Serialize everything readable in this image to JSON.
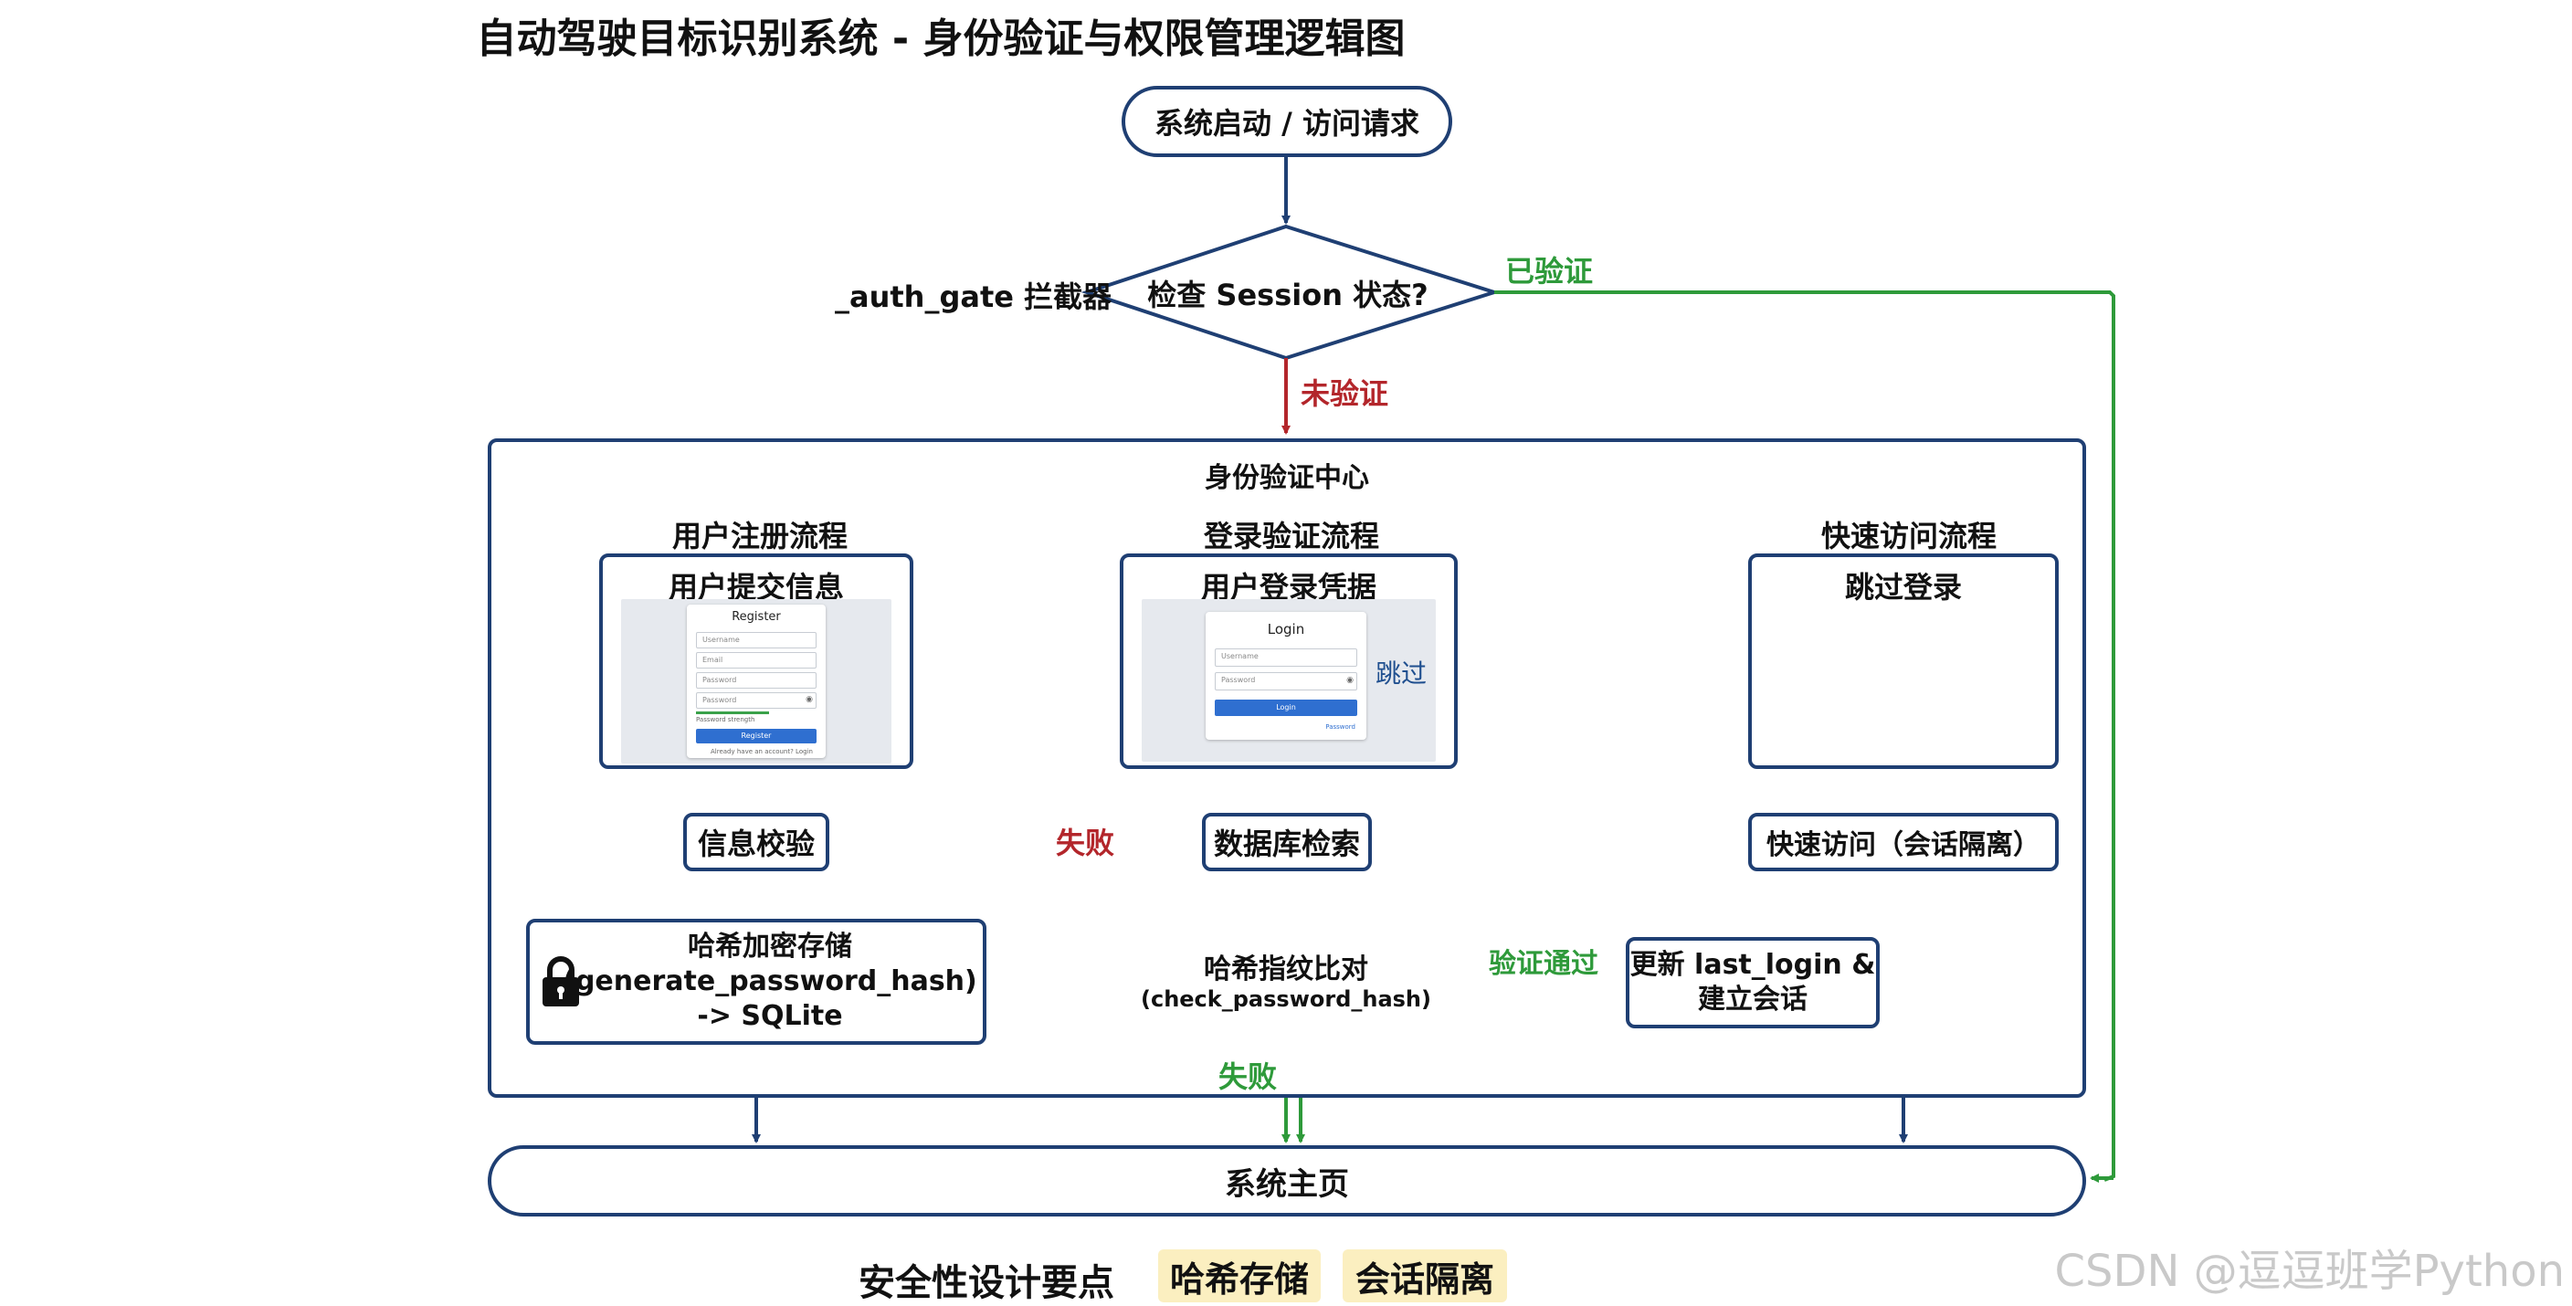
{
  "title": "自动驾驶目标识别系统 - 身份验证与权限管理逻辑图",
  "nodes": {
    "start": "系统启动 / 访问请求",
    "check_session": "检查 Session 状态?",
    "auth_gate": "_auth_gate 拦截器",
    "auth_center": "身份验证中心",
    "register_flow": "用户注册流程",
    "register_submit": "用户提交信息",
    "validate": "信息校验",
    "hash_store_line1": "哈希加密存储",
    "hash_store_line2": "(generate_password_hash)",
    "hash_store_line3": "-> SQLite",
    "login_flow": "登录验证流程",
    "login_creds": "用户登录凭据",
    "db_lookup": "数据库检索",
    "hash_compare_line1": "哈希指纹比对",
    "hash_compare_line2": "(check_password_hash)",
    "update_line1": "更新 last_login &",
    "update_line2": "建立会话",
    "quick_flow": "快速访问流程",
    "skip_login": "跳过登录",
    "quick_access": "快速访问（会话隔离）",
    "home": "系统主页"
  },
  "edge_labels": {
    "verified": "已验证",
    "unverified": "未验证",
    "fail_left": "失败",
    "pass": "验证通过",
    "fail_bottom": "失败",
    "skip": "跳过"
  },
  "register_mock": {
    "title": "Register",
    "fields": [
      "Username",
      "Email",
      "Password",
      "Password"
    ],
    "strength": "Password strength",
    "button": "Register",
    "footer": "Already have an account? Login"
  },
  "login_mock": {
    "title": "Login",
    "fields": [
      "Username",
      "Password"
    ],
    "button": "Login",
    "forgot": "Password"
  },
  "footer": {
    "heading": "安全性设计要点",
    "tags": [
      "哈希存储",
      "会话隔离"
    ]
  },
  "watermark": "CSDN @逗逗班学Python",
  "colors": {
    "node_border": "#1f3f73",
    "green": "#2e9a3a",
    "red": "#b3262b",
    "tag_bg": "#fbefc0"
  },
  "icons": {
    "lock": "lock-icon",
    "eye": "eye-icon"
  }
}
